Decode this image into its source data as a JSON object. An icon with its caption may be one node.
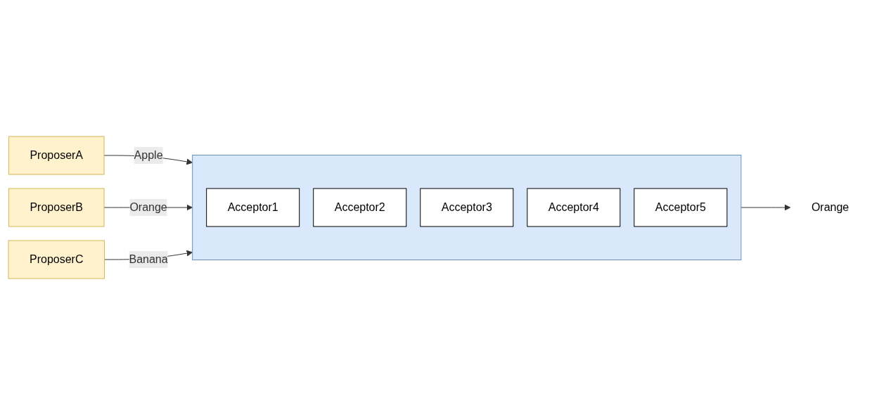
{
  "diagram": {
    "nodes": [
      {
        "text": [
          "ProposerA"
        ]
      },
      {
        "text": [
          "ProposerB"
        ]
      },
      {
        "text": [
          "ProposerC"
        ]
      },
      {
        "text": [],
        "shape": "box"
      },
      {
        "text": [
          "Acceptor1"
        ],
        "in": 3
      },
      {
        "text": [
          "Acceptor2"
        ],
        "in": 3
      },
      {
        "text": [
          "Acceptor3"
        ],
        "in": 3
      },
      {
        "text": [
          "Acceptor4"
        ],
        "in": 3
      },
      {
        "text": [
          "Acceptor5"
        ],
        "in": 3
      },
      {
        "text": [
          "Orange"
        ]
      }
    ],
    "edges": [
      {
        "from": 0,
        "to": 3,
        "label": "Apple",
        "arrow": "to"
      },
      {
        "from": 1,
        "to": 3,
        "label": "Orange",
        "arrow": "to"
      },
      {
        "from": 2,
        "to": 3,
        "label": "Banana",
        "arrow": "to"
      },
      {
        "from": 3,
        "to": 9,
        "arrow": "to"
      }
    ]
  }
}
